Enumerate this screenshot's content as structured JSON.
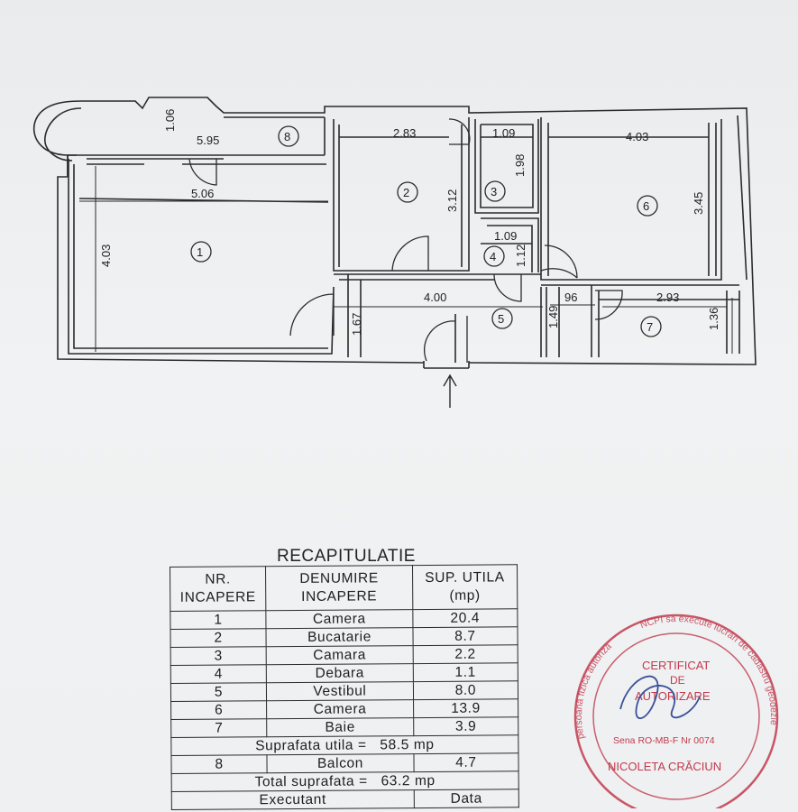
{
  "plan": {
    "dimensions": {
      "balcony_depth": "1.06",
      "balcony_length": "5.95",
      "room2_width": "2.83",
      "room2_height": "3.12",
      "room3_width": "1.09",
      "room3_height": "1.98",
      "room4_width": "1.09",
      "room4_height": "1.12",
      "room6_width": "4.03",
      "room6_height": "3.45",
      "room1_width": "5.06",
      "room1_height": "4.03",
      "hall_width": "4.00",
      "hall_height": "1.67",
      "hall_right_height": "1.49",
      "hall_small": "96",
      "room7_width": "2.93",
      "room7_height": "1.36"
    },
    "room_numbers": [
      "1",
      "2",
      "3",
      "4",
      "5",
      "6",
      "7",
      "8"
    ]
  },
  "recap": {
    "title": "RECAPITULATIE",
    "header": {
      "nr_line1": "NR.",
      "nr_line2": "INCAPERE",
      "name_line1": "DENUMIRE",
      "name_line2": "INCAPERE",
      "area_line1": "SUP. UTILA",
      "area_line2": "(mp)"
    },
    "rows": [
      {
        "nr": "1",
        "name": "Camera",
        "area": "20.4"
      },
      {
        "nr": "2",
        "name": "Bucatarie",
        "area": "8.7"
      },
      {
        "nr": "3",
        "name": "Camara",
        "area": "2.2"
      },
      {
        "nr": "4",
        "name": "Debara",
        "area": "1.1"
      },
      {
        "nr": "5",
        "name": "Vestibul",
        "area": "8.0"
      },
      {
        "nr": "6",
        "name": "Camera",
        "area": "13.9"
      },
      {
        "nr": "7",
        "name": "Baie",
        "area": "3.9"
      }
    ],
    "useful_label": "Suprafata utila =",
    "useful_value": "58.5 mp",
    "balcony_row": {
      "nr": "8",
      "name": "Balcon",
      "area": "4.7"
    },
    "total_label": "Total suprafata =",
    "total_value": "63.2 mp",
    "footer_left": "Executant",
    "footer_right": "Data"
  },
  "stamp": {
    "line1": "CERTIFICAT",
    "line2": "DE",
    "line3": "AUTORIZARE",
    "series": "Sena RO-MB-F Nr 0074",
    "name": "NICOLETA CRĂCIUN",
    "arc_top": "NCPI sa execute lucrări de cadastru geodezie",
    "arc_left": "persoană fizică autoriza",
    "color": "#c23a4e"
  }
}
